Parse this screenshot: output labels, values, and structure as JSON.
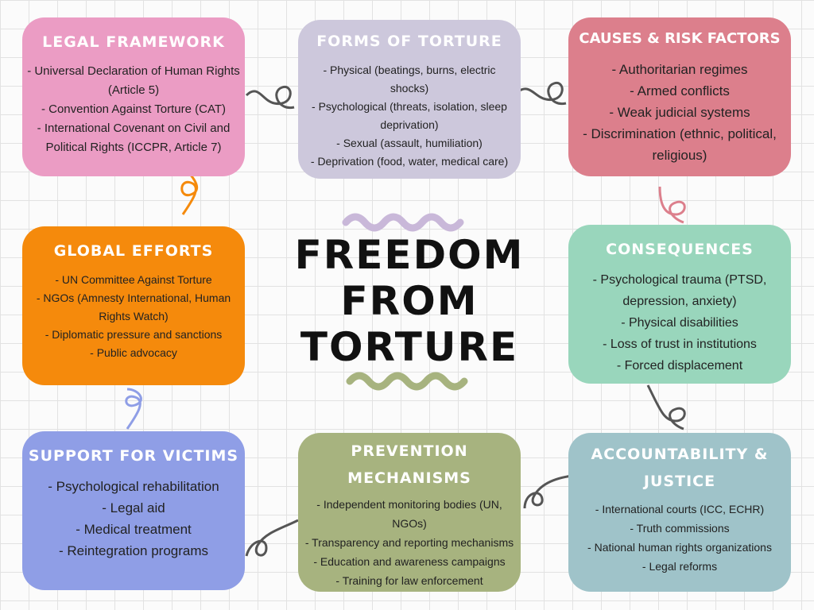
{
  "title": {
    "lines": [
      "FREEDOM",
      "FROM",
      "TORTURE"
    ]
  },
  "boxes": {
    "legal": {
      "heading": "LEGAL FRAMEWORK",
      "color": "#eb9cc4",
      "items": [
        "- Universal Declaration of Human Rights (Article 5)",
        "- Convention Against Torture (CAT)",
        "- International Covenant on Civil and Political Rights (ICCPR, Article 7)"
      ]
    },
    "forms": {
      "heading": "FORMS OF TORTURE",
      "color": "#cdc8dc",
      "items": [
        "- Physical (beatings, burns, electric shocks)",
        "- Psychological (threats, isolation, sleep deprivation)",
        "- Sexual (assault, humiliation)",
        "- Deprivation (food, water, medical care)"
      ]
    },
    "causes": {
      "heading": "CAUSES & RISK FACTORS",
      "color": "#dc7f8c",
      "items": [
        "- Authoritarian regimes",
        "- Armed conflicts",
        "- Weak judicial systems",
        "- Discrimination (ethnic, political, religious)"
      ]
    },
    "global": {
      "heading": "GLOBAL EFFORTS",
      "color": "#f58a0c",
      "items": [
        "- UN Committee Against Torture",
        "- NGOs (Amnesty International, Human Rights Watch)",
        "- Diplomatic pressure and sanctions",
        "- Public advocacy"
      ]
    },
    "consequences": {
      "heading": "CONSEQUENCES",
      "color": "#99d6bc",
      "items": [
        "- Psychological trauma (PTSD, depression, anxiety)",
        "- Physical disabilities",
        "- Loss of trust in institutions",
        "- Forced displacement"
      ]
    },
    "support": {
      "heading": "SUPPORT FOR VICTIMS",
      "color": "#8f9ee6",
      "items": [
        "- Psychological rehabilitation",
        "- Legal aid",
        "- Medical treatment",
        "- Reintegration programs"
      ]
    },
    "prevention": {
      "heading": "PREVENTION MECHANISMS",
      "color": "#a7b37f",
      "items": [
        "- Independent monitoring bodies (UN, NGOs)",
        "- Transparency and reporting mechanisms",
        "- Education and awareness campaigns",
        "- Training for law enforcement"
      ]
    },
    "accountability": {
      "heading": "ACCOUNTABILITY & JUSTICE",
      "color": "#9fc3c9",
      "items": [
        "- International courts (ICC, ECHR)",
        "- Truth commissions",
        "- National human rights organizations",
        "- Legal reforms"
      ]
    }
  }
}
